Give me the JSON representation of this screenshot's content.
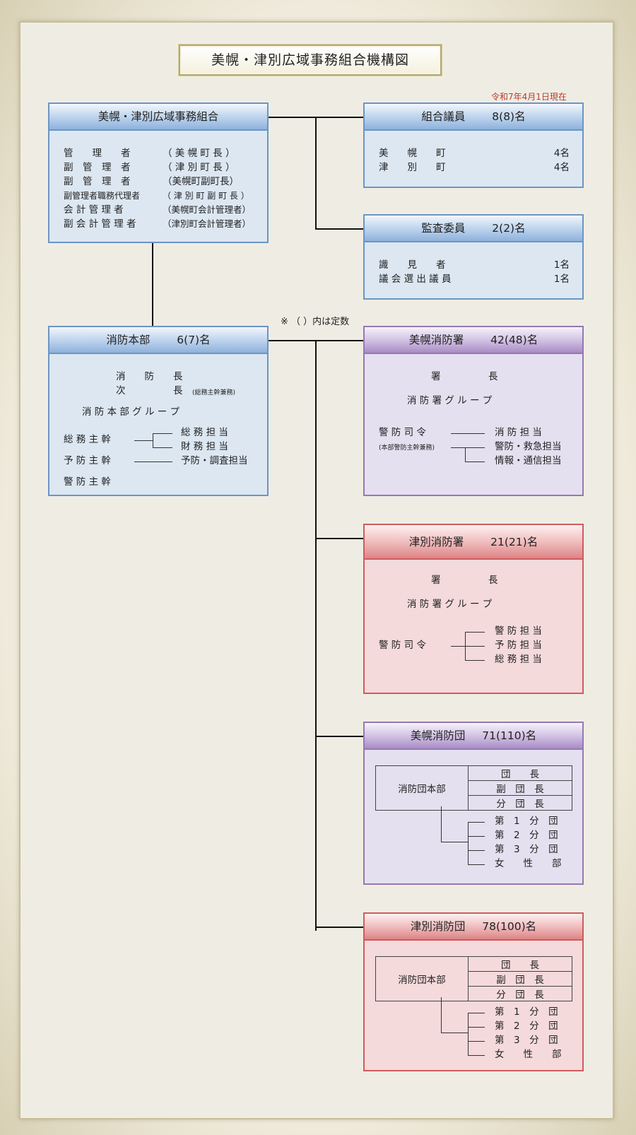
{
  "title": "美幌・津別広域事務組合機構図",
  "as_of": "令和7年4月1日現在",
  "note": "※ （ ）内は定数",
  "union": {
    "header": "美幌・津別広域事務組合",
    "rows": [
      {
        "role": "管　　理　　者",
        "who": "（ 美 幌 町 長 ）"
      },
      {
        "role": "副　管　理　者",
        "who": "（ 津 別 町 長 ）"
      },
      {
        "role": "副　管　理　者",
        "who": "（美幌町副町長）"
      },
      {
        "role": "副管理者職務代理者",
        "who": "（ 津 別 町 副 町 長 ）"
      },
      {
        "role": "会 計 管 理 者",
        "who": "（美幌町会計管理者）"
      },
      {
        "role": "副 会 計 管 理 者",
        "who": "（津別町会計管理者）"
      }
    ]
  },
  "council": {
    "header_name": "組合議員",
    "header_count": "8(8)名",
    "rows": [
      {
        "name": "美　　幌　　町",
        "count": "4名"
      },
      {
        "name": "津　　別　　町",
        "count": "4名"
      }
    ]
  },
  "audit": {
    "header_name": "監査委員",
    "header_count": "2(2)名",
    "rows": [
      {
        "name": "識　　見　　者",
        "count": "1名"
      },
      {
        "name": "議 会 選 出 議 員",
        "count": "1名"
      }
    ]
  },
  "hq": {
    "header_name": "消防本部",
    "header_count": "6(7)名",
    "chief": "消　　防　　長",
    "deputy": "次　　　　　長",
    "deputy_note": "(総務主幹兼務)",
    "group": "消 防 本 部 グ ル ー プ",
    "soumu": "総 務 主 幹",
    "soumu_sub1": "総 務 担 当",
    "soumu_sub2": "財 務 担 当",
    "yobou": "予 防 主 幹",
    "yobou_sub": "予防・調査担当",
    "keibou": "警 防 主 幹"
  },
  "bihoro_station": {
    "header_name": "美幌消防署",
    "header_count": "42(48)名",
    "chief": "署　　　　　長",
    "group": "消 防 署 グ ル ー プ",
    "commander": "警 防 司 令",
    "commander_note": "(本部警防主幹兼務)",
    "subs": [
      "消 防 担 当",
      "警防・救急担当",
      "情報・通信担当"
    ]
  },
  "tsubetsu_station": {
    "header_name": "津別消防署",
    "header_count": "21(21)名",
    "chief": "署　　　　　長",
    "group": "消 防 署 グ ル ー プ",
    "commander": "警 防 司 令",
    "subs": [
      "警 防 担 当",
      "予 防 担 当",
      "総 務 担 当"
    ]
  },
  "bihoro_brigade": {
    "header_name": "美幌消防団",
    "header_count": "71(110)名",
    "hq_label": "消防団本部",
    "hq_roles": [
      "団　　長",
      "副　団　長",
      "分　団　長"
    ],
    "divisions": [
      "第　1　分　団",
      "第　2　分　団",
      "第　3　分　団",
      "女　　性　　部"
    ]
  },
  "tsubetsu_brigade": {
    "header_name": "津別消防団",
    "header_count": "78(100)名",
    "hq_label": "消防団本部",
    "hq_roles": [
      "団　　長",
      "副　団　長",
      "分　団　長"
    ],
    "divisions": [
      "第　1　分　団",
      "第　2　分　団",
      "第　3　分　団",
      "女　　性　　部"
    ]
  }
}
